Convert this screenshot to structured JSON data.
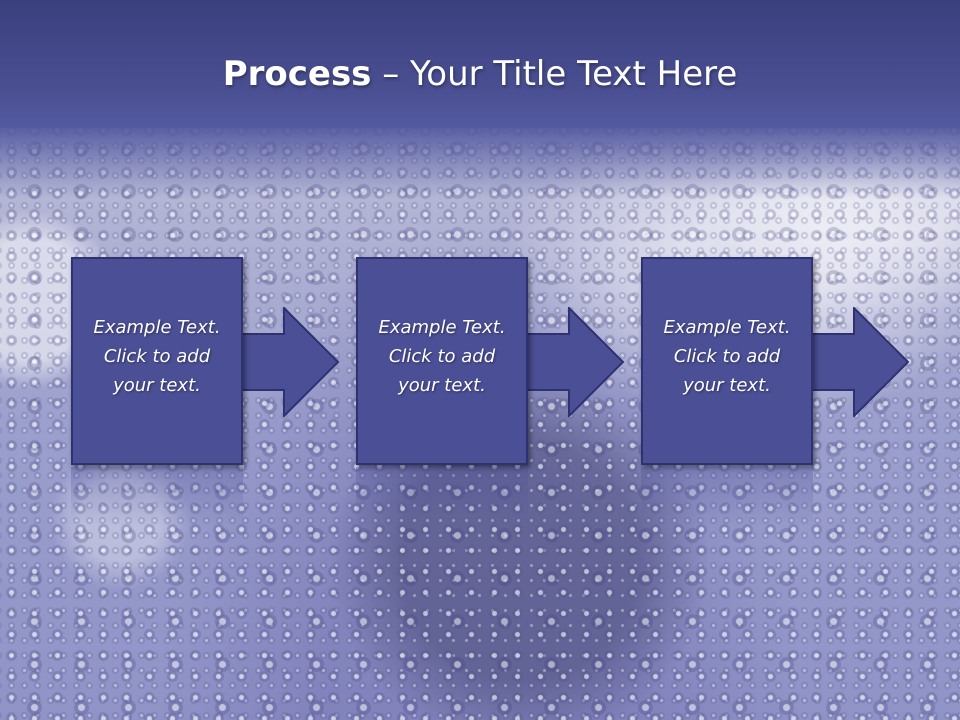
{
  "slide": {
    "title_bold": "Process",
    "title_rest": " – Your Title Text Here"
  },
  "steps": [
    {
      "text": "Example Text.\nClick  to add\nyour text."
    },
    {
      "text": "Example Text.\nClick  to add\nyour text."
    },
    {
      "text": "Example Text.\nClick  to add\nyour text."
    }
  ],
  "colors": {
    "header": "#4a4f92",
    "box_fill": "#4b4f95",
    "box_border": "#2e3270",
    "text": "#ffffff"
  },
  "icons": [
    "arrow-right-icon",
    "arrow-right-icon",
    "arrow-right-icon"
  ]
}
